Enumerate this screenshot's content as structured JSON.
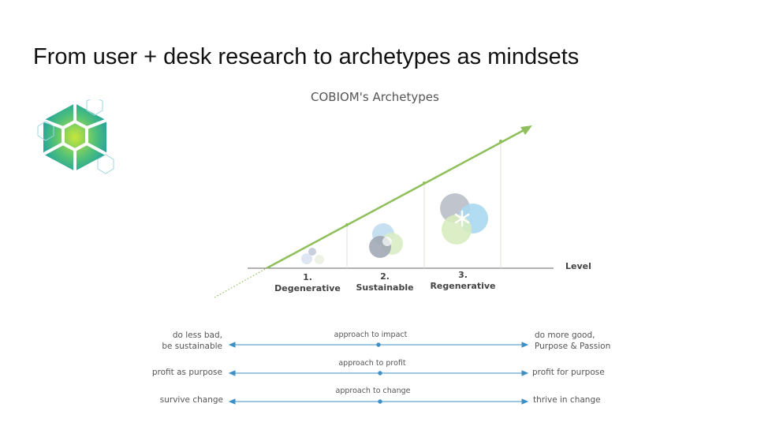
{
  "slide": {
    "title": "From user + desk research to archetypes as mindsets"
  },
  "diagram": {
    "title": "COBIOM's Archetypes",
    "axis_label": "Level",
    "levels": [
      {
        "number": "1.",
        "name": "Degenerative"
      },
      {
        "number": "2.",
        "name": "Sustainable"
      },
      {
        "number": "3.",
        "name": "Regenerative"
      }
    ],
    "colors": {
      "trend_line": "#8fbf5a",
      "axis": "#666666",
      "arrow": "#3f8fc4"
    }
  },
  "spectrums": [
    {
      "left": "do less bad,\nbe sustainable",
      "center": "approach to impact",
      "right": "do more good,\nPurpose & Passion"
    },
    {
      "left": "profit as purpose",
      "center": "approach to profit",
      "right": "profit for purpose"
    },
    {
      "left": "survive change",
      "center": "approach to change",
      "right": "thrive in change"
    }
  ],
  "logo": {
    "icon": "hexagon-cluster-logo",
    "colors": [
      "#1aa3a8",
      "#7ac943",
      "#2bb5c9"
    ]
  }
}
